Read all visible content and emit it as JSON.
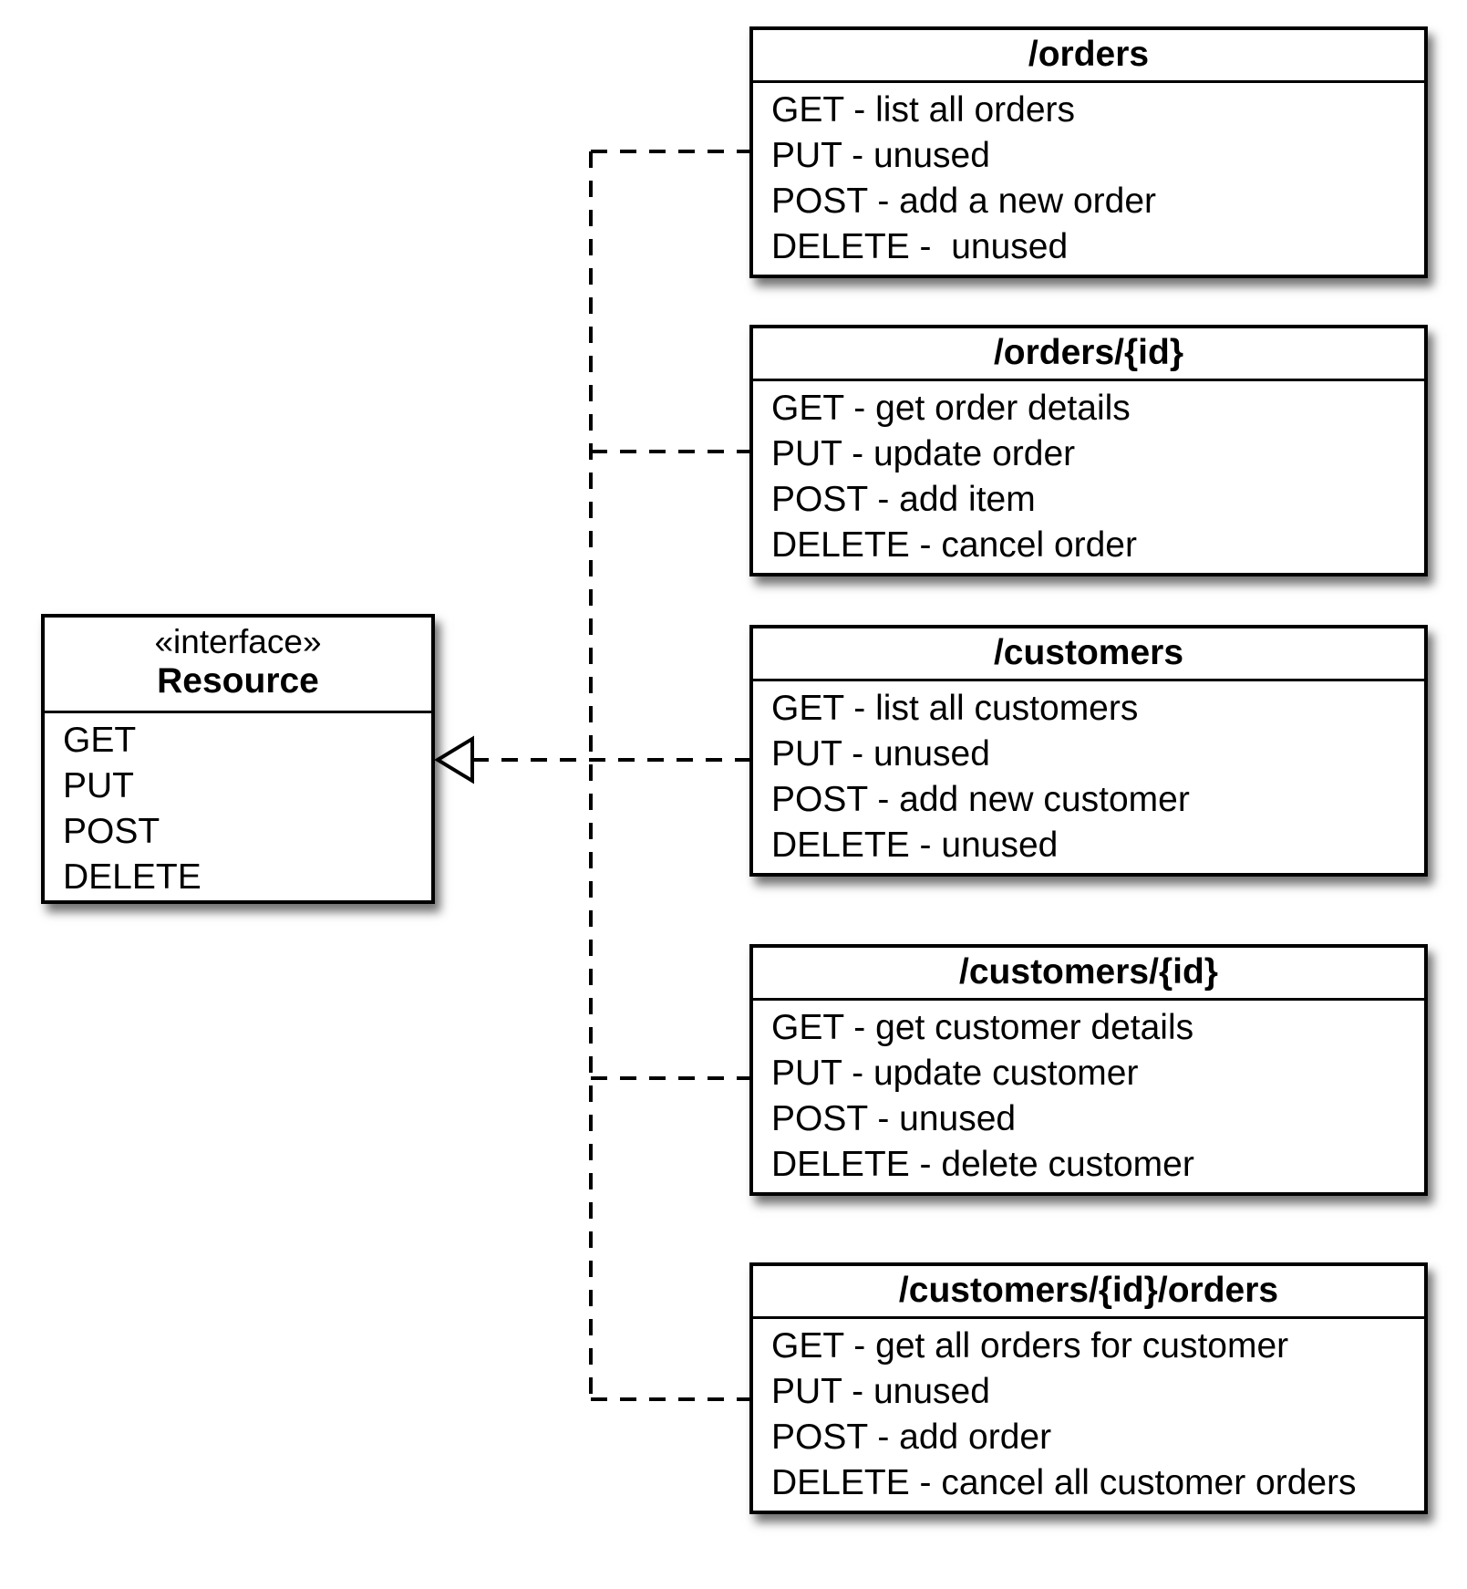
{
  "interface": {
    "stereotype": "«interface»",
    "name": "Resource",
    "methods": [
      "GET",
      "PUT",
      "POST",
      "DELETE"
    ]
  },
  "resources": [
    {
      "path": "/orders",
      "methods": [
        "GET - list all orders",
        "PUT - unused",
        "POST - add a new order",
        "DELETE -  unused"
      ]
    },
    {
      "path": "/orders/{id}",
      "methods": [
        "GET - get order details",
        "PUT - update order",
        "POST - add item",
        "DELETE - cancel order"
      ]
    },
    {
      "path": "/customers",
      "methods": [
        "GET - list all customers",
        "PUT - unused",
        "POST - add new customer",
        "DELETE - unused"
      ]
    },
    {
      "path": "/customers/{id}",
      "methods": [
        "GET - get customer details",
        "PUT - update customer",
        "POST - unused",
        "DELETE - delete customer"
      ]
    },
    {
      "path": "/customers/{id}/orders",
      "methods": [
        "GET - get all orders for customer",
        "PUT - unused",
        "POST - add order",
        "DELETE - cancel all customer orders"
      ]
    }
  ],
  "relationship": {
    "type": "realization",
    "line_style": "dashed",
    "arrowhead": "hollow-triangle"
  },
  "colors": {
    "line": "#000000",
    "box_fill": "#ffffff",
    "shadow": "#555555"
  }
}
